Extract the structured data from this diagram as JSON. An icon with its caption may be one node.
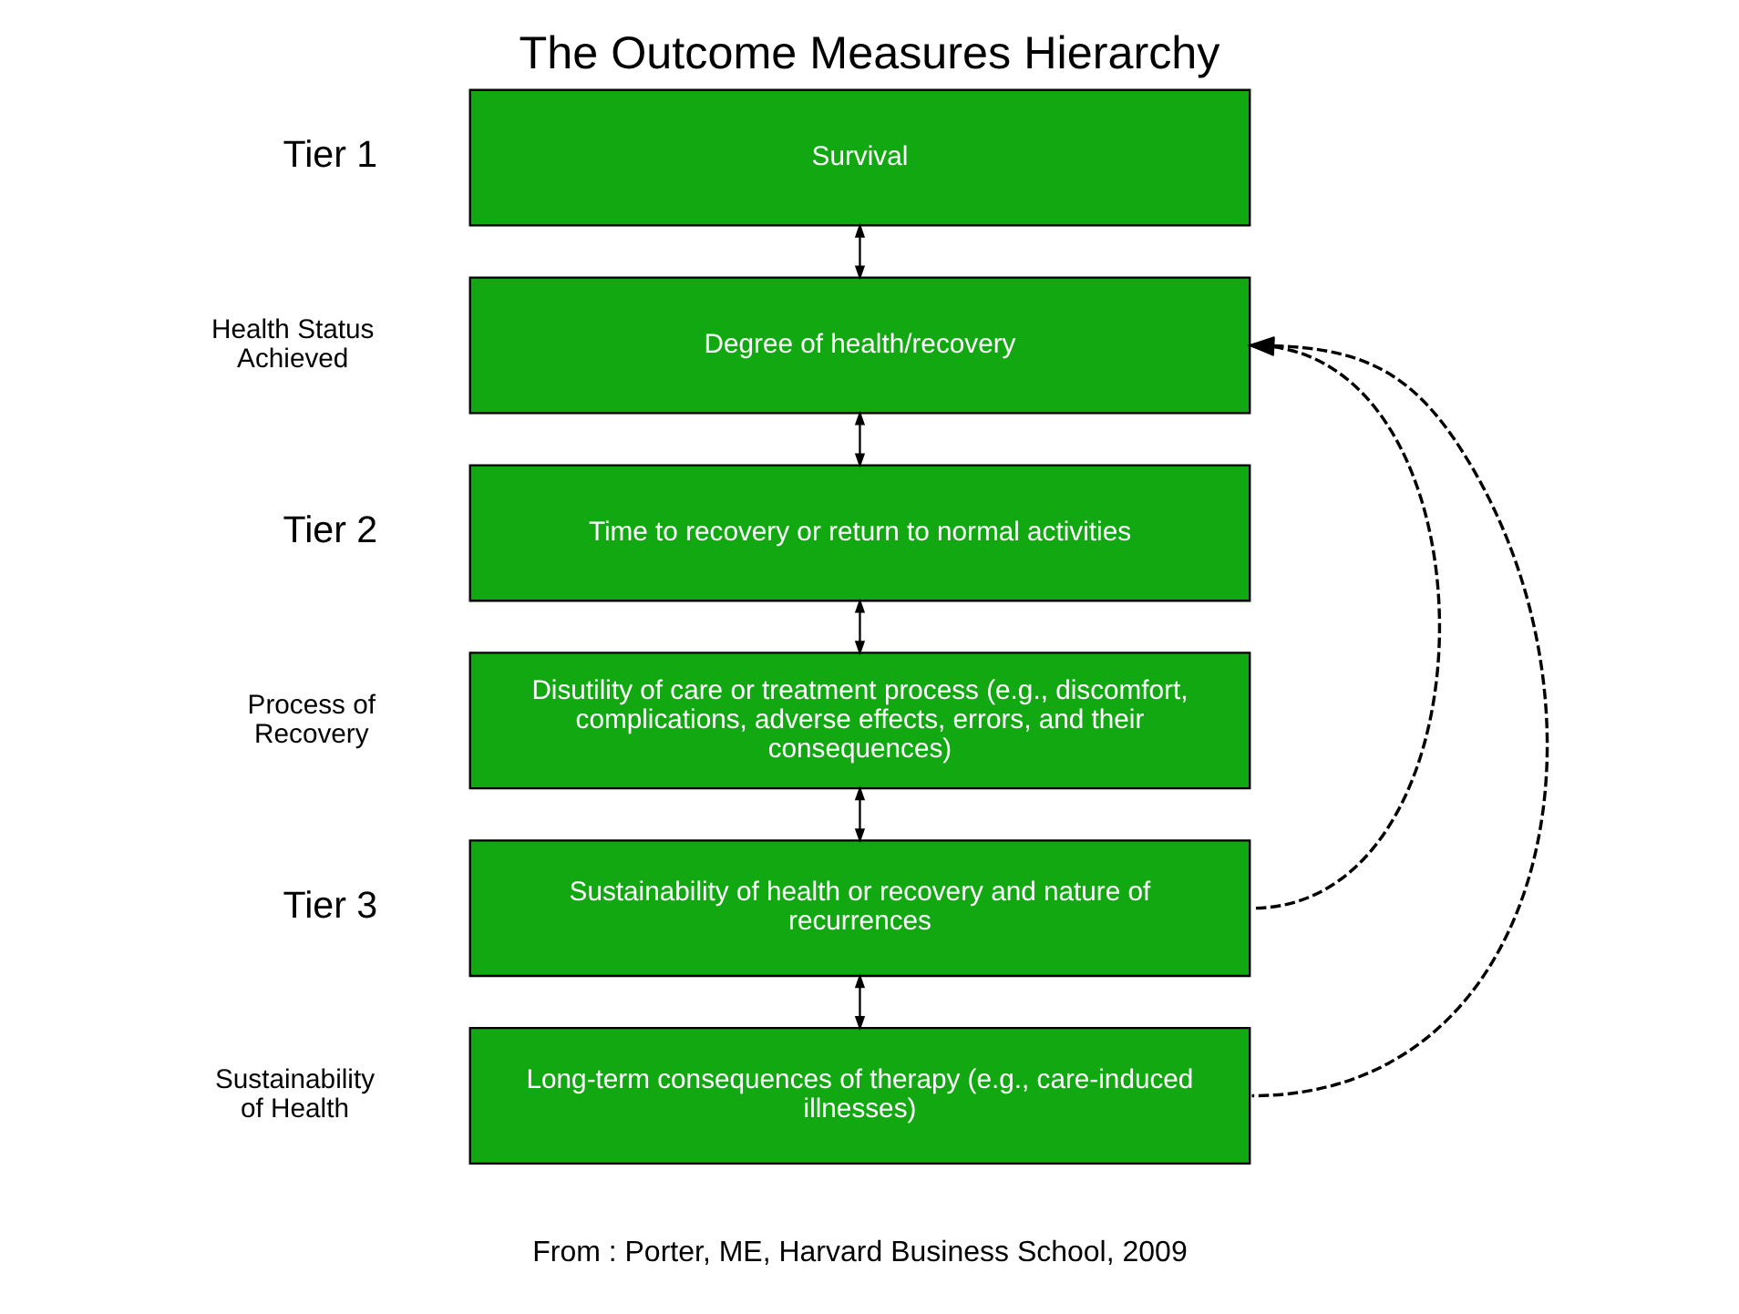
{
  "diagram": {
    "title": "The Outcome Measures Hierarchy",
    "caption": "From : Porter, ME, Harvard Business School, 2009",
    "nodes": [
      {
        "text": [
          "Survival"
        ]
      },
      {
        "text": [
          "Degree of health/recovery"
        ]
      },
      {
        "text": [
          "Time to recovery or return to normal activities"
        ]
      },
      {
        "text": [
          "Disutility of care or treatment process (e.g., discomfort, complications, adverse effects, errors, and their consequences)"
        ]
      },
      {
        "text": [
          "Sustainability of health or recovery and nature of recurrences"
        ]
      },
      {
        "text": [
          "Long-term consequences of therapy (e.g., care-induced illnesses)"
        ]
      }
    ],
    "edges": [
      {
        "from": 0,
        "to": 1,
        "arrow": "both"
      },
      {
        "from": 1,
        "to": 2,
        "arrow": "both"
      },
      {
        "from": 2,
        "to": 3,
        "arrow": "both"
      },
      {
        "from": 3,
        "to": 4,
        "arrow": "both"
      },
      {
        "from": 4,
        "to": 5,
        "arrow": "both"
      },
      {
        "from": 4,
        "to": 1,
        "arrow": "to",
        "style": "dashed"
      },
      {
        "from": 5,
        "to": 1,
        "arrow": "to",
        "style": "dashed"
      }
    ],
    "labels": [
      "Tier 1",
      "Health Status Achieved",
      "Tier 2",
      "Process of Recovery",
      "Tier 3",
      "Sustainability of Health"
    ]
  }
}
